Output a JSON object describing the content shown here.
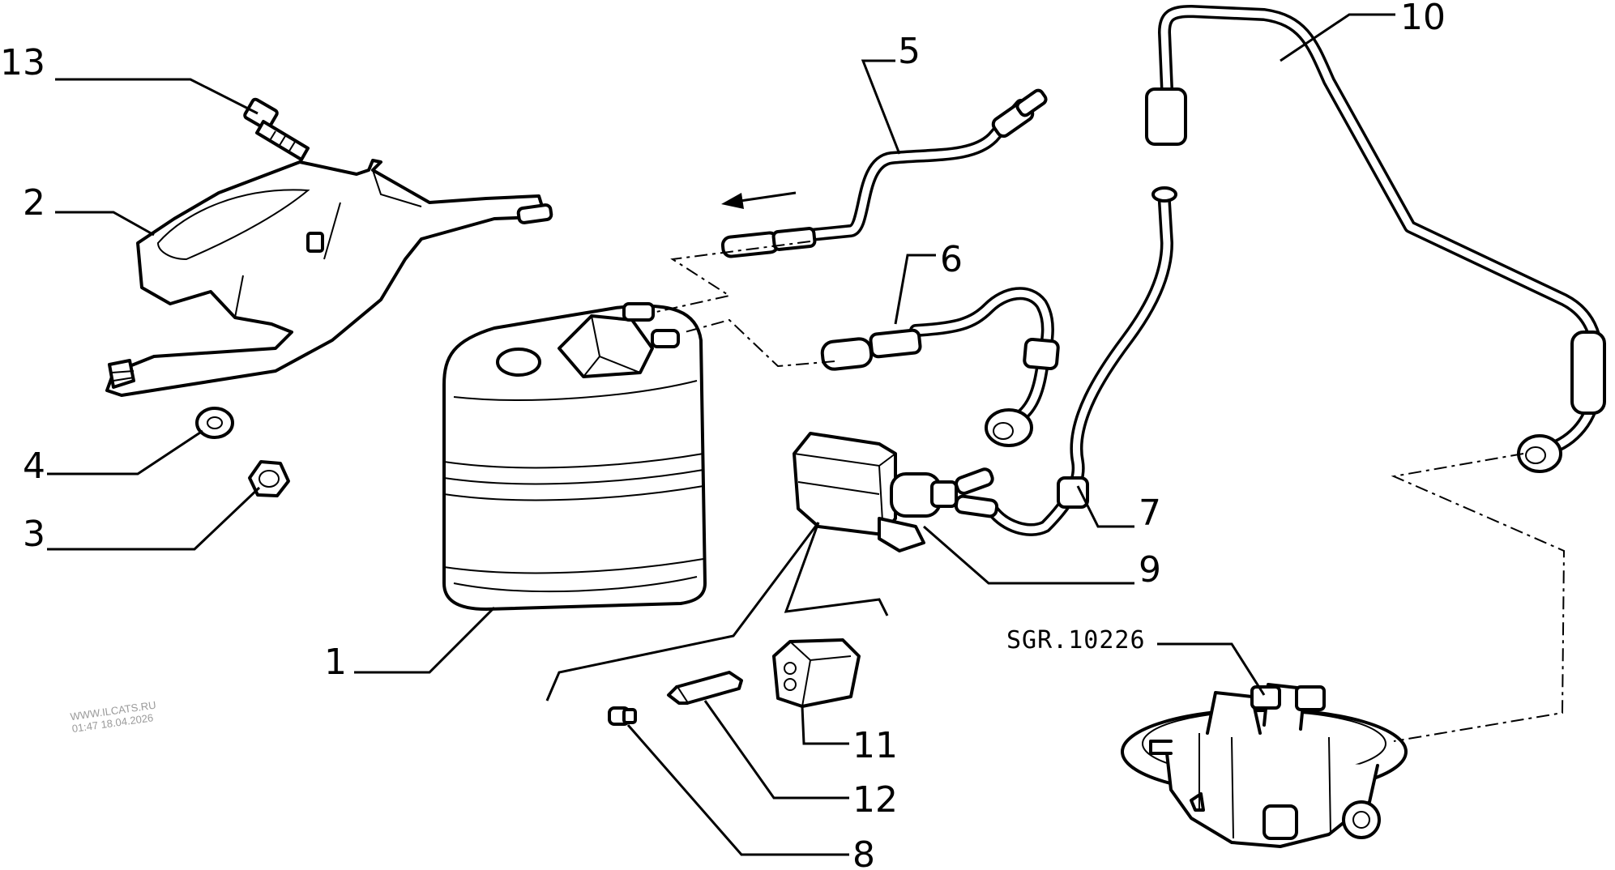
{
  "diagram": {
    "reference_code": "SGR.10226",
    "watermark_line1": "WWW.ILCATS.RU",
    "watermark_line2": "01:47 18.04.2026",
    "callouts": [
      "13",
      "2",
      "4",
      "3",
      "1",
      "5",
      "6",
      "10",
      "7",
      "9",
      "11",
      "12",
      "8"
    ]
  }
}
